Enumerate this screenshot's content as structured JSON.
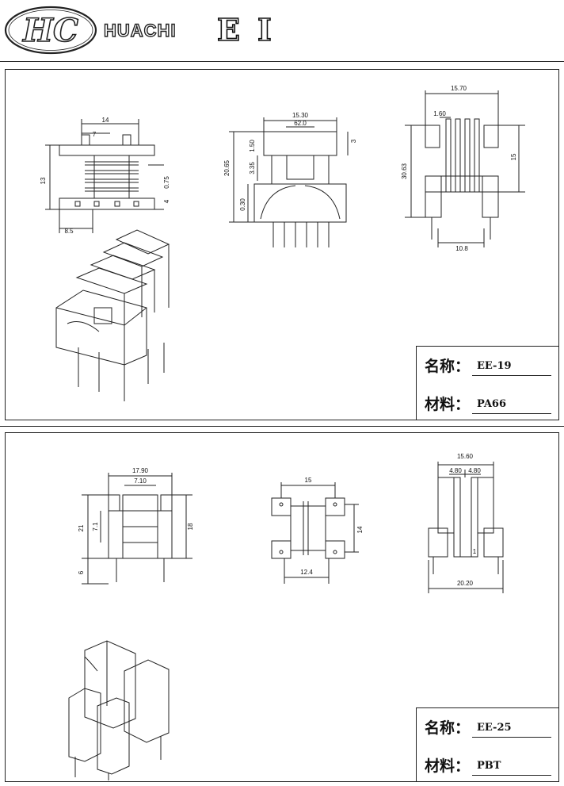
{
  "header": {
    "logo_text": "HC",
    "brand": "HUACHI",
    "product": "EI"
  },
  "panel1": {
    "dims": {
      "a": "14",
      "b": "7",
      "c": "13",
      "d": "8.5",
      "e": "0.75",
      "f": "4",
      "g": "15.30",
      "h": "62.0",
      "i": "1.50",
      "j": "3.35",
      "k": "3",
      "l": "20.65",
      "m": "0.30",
      "n": "15.70",
      "o": "1.60",
      "p": "15",
      "q": "30.63",
      "r": "10.8"
    },
    "info": {
      "name_label": "名称：",
      "name_value": "EE-19",
      "material_label": "材料：",
      "material_value": "PA66"
    }
  },
  "panel2": {
    "dims": {
      "a": "17.90",
      "b": "7.10",
      "c": "21",
      "d": "7.1",
      "e": "18",
      "f": "6",
      "g": "15",
      "h": "14",
      "i": "12.4",
      "j": "15.60",
      "k": "4.80",
      "l": "4.80",
      "m": "1",
      "n": "20.20"
    },
    "info": {
      "name_label": "名称：",
      "name_value": "EE-25",
      "material_label": "材料：",
      "material_value": "PBT"
    }
  },
  "colors": {
    "line": "#222222",
    "background": "#ffffff"
  }
}
